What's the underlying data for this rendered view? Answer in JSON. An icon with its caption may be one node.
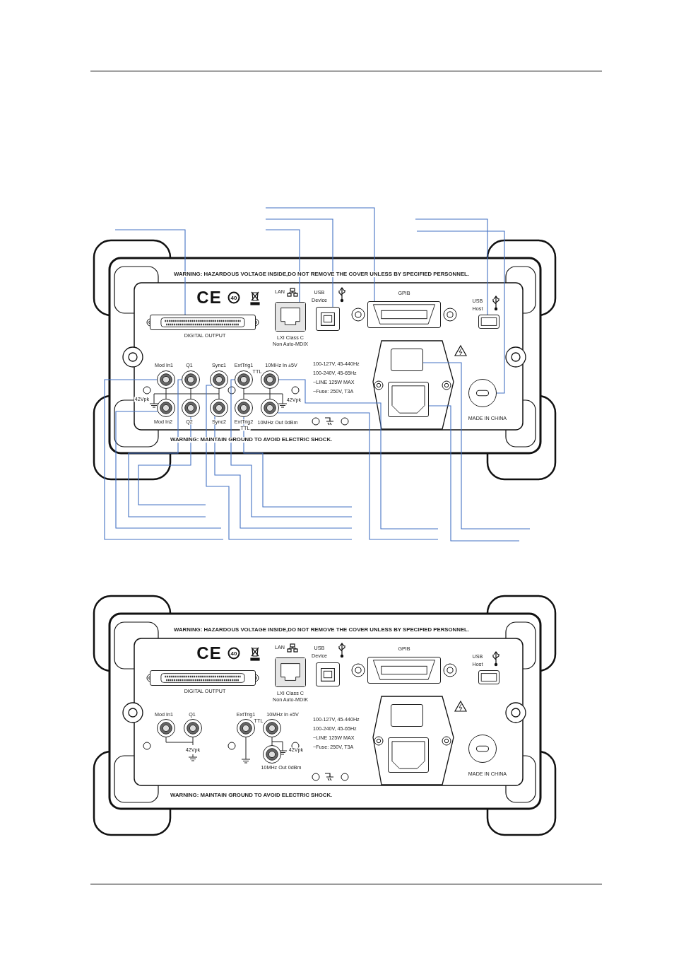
{
  "diagram": {
    "nodes": [
      {
        "text": [],
        "shape": "box",
        "beside": [
          "DIGITAL OUTPUT"
        ]
      },
      {
        "text": [],
        "shape": "box",
        "beside": [
          "LAN",
          "LXI Class C",
          "Non Auto-MDIX"
        ]
      },
      {
        "text": [],
        "shape": "box",
        "beside": [
          "USB",
          "Device"
        ]
      },
      {
        "text": [],
        "shape": "box",
        "beside": [
          "GPIB"
        ]
      },
      {
        "text": [],
        "shape": "box",
        "beside": [
          "USB",
          "Host"
        ]
      },
      {
        "text": [],
        "shape": "box"
      },
      {
        "text": [],
        "shape": "circle",
        "beside": [
          "Mod In1"
        ]
      },
      {
        "text": [],
        "shape": "circle",
        "beside": [
          "Q1"
        ]
      },
      {
        "text": [],
        "shape": "circle",
        "beside": [
          "Sync1"
        ]
      },
      {
        "text": [],
        "shape": "circle",
        "beside": [
          "ExtTrig1",
          "TTL"
        ]
      },
      {
        "text": [],
        "shape": "circle",
        "beside": [
          "10MHz In ±5V"
        ]
      },
      {
        "text": [],
        "shape": "box"
      },
      {
        "text": [],
        "shape": "circle"
      },
      {
        "text": [],
        "shape": "circle",
        "beside": [
          "Mod In2"
        ]
      },
      {
        "text": [],
        "shape": "circle",
        "beside": [
          "Q2"
        ]
      },
      {
        "text": [],
        "shape": "circle",
        "beside": [
          "Sync2"
        ]
      },
      {
        "text": [],
        "shape": "circle",
        "beside": [
          "ExtTrig2",
          "TTL"
        ]
      },
      {
        "text": [],
        "shape": "circle",
        "beside": [
          "10MHz Out 0dBm"
        ]
      },
      {
        "text": [],
        "shape": "box",
        "beside": [
          "DIGITAL OUTPUT"
        ]
      },
      {
        "text": [],
        "shape": "box",
        "beside": [
          "LAN",
          "LXI Class C",
          "Non Auto-MDIK"
        ]
      },
      {
        "text": [],
        "shape": "box",
        "beside": [
          "USB",
          "Device"
        ]
      },
      {
        "text": [],
        "shape": "box",
        "beside": [
          "GPIB"
        ]
      },
      {
        "text": [],
        "shape": "box",
        "beside": [
          "USB",
          "Host"
        ]
      },
      {
        "text": [],
        "shape": "box"
      },
      {
        "text": [],
        "shape": "circle",
        "beside": [
          "Mod In1"
        ]
      },
      {
        "text": [],
        "shape": "circle",
        "beside": [
          "Q1"
        ]
      },
      {
        "text": [],
        "shape": "circle",
        "beside": [
          "ExtTrig1",
          "TTL"
        ]
      },
      {
        "text": [],
        "shape": "circle",
        "beside": [
          "10MHz In ±5V"
        ]
      },
      {
        "text": [],
        "shape": "box"
      },
      {
        "text": [],
        "shape": "circle"
      },
      {
        "text": [],
        "shape": "circle",
        "beside": [
          "10MHz Out 0dBm"
        ]
      }
    ],
    "edges": [
      {
        "from": null,
        "to": 0,
        "arrow": "none"
      },
      {
        "from": null,
        "to": 3,
        "arrow": "none"
      },
      {
        "from": null,
        "to": 2,
        "arrow": "none"
      },
      {
        "from": null,
        "to": 1,
        "arrow": "none"
      },
      {
        "from": null,
        "to": 4,
        "arrow": "none"
      },
      {
        "from": null,
        "to": 12,
        "arrow": "none"
      },
      {
        "from": null,
        "to": 14,
        "arrow": "none"
      },
      {
        "from": null,
        "to": 7,
        "arrow": "none"
      },
      {
        "from": null,
        "to": 13,
        "arrow": "none"
      },
      {
        "from": null,
        "to": 6,
        "arrow": "none"
      },
      {
        "from": null,
        "to": 16,
        "arrow": "none"
      },
      {
        "from": null,
        "to": 9,
        "arrow": "none"
      },
      {
        "from": null,
        "to": 15,
        "arrow": "none"
      },
      {
        "from": null,
        "to": 8,
        "arrow": "none"
      },
      {
        "from": null,
        "to": 10,
        "arrow": "none"
      },
      {
        "from": null,
        "to": 17,
        "arrow": "none"
      },
      {
        "from": null,
        "to": 5,
        "arrow": "none"
      },
      {
        "from": null,
        "to": 11,
        "arrow": "none"
      }
    ],
    "labels": [
      "WARNING: HAZARDOUS VOLTAGE INSIDE,DO NOT REMOVE THE COVER UNLESS BY SPECIFIED PERSONNEL.",
      "CE",
      "40",
      "100-127V, 45-440Hz",
      "100-240V, 45-65Hz",
      "~LINE 125W MAX",
      "~Fuse: 250V, T3A",
      "42Vpk",
      "42Vpk",
      "MADE IN CHINA",
      "WARNING: MAINTAIN GROUND TO AVOID ELECTRIC SHOCK.",
      "WARNING: HAZARDOUS VOLTAGE INSIDE,DO NOT REMOVE THE COVER UNLESS BY SPECIFIED PERSONNEL.",
      "CE",
      "40",
      "100-127V, 45-440Hz",
      "100-240V, 45-65Hz",
      "~LINE 125W MAX",
      "~Fuse: 250V, T3A",
      "42Vpk",
      "42Vpk",
      "MADE IN CHINA",
      "WARNING: MAINTAIN GROUND TO AVOID ELECTRIC SHOCK."
    ]
  }
}
